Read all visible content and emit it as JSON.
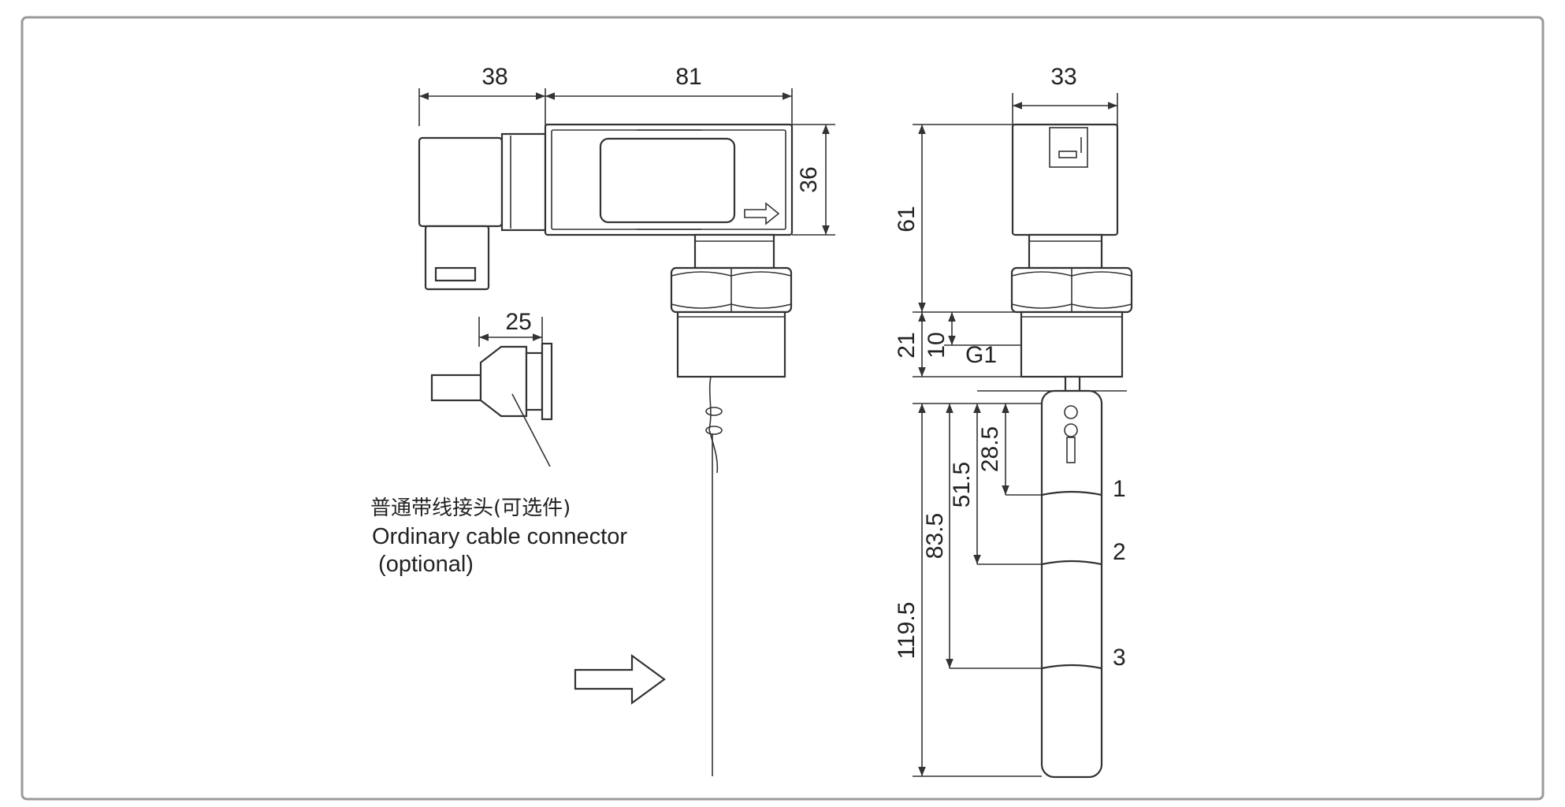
{
  "dimensions": {
    "connector_width": "38",
    "body_length": "81",
    "body_height": "36",
    "cable_connector_width": "25",
    "side_width": "33",
    "head_height": "61",
    "thread_height": "21",
    "thread_gap": "10",
    "thread_size": "G1",
    "point_1": "28.5",
    "point_2": "51.5",
    "point_3": "83.5",
    "total_length": "119.5"
  },
  "contact_labels": [
    "1",
    "2",
    "3"
  ],
  "note": {
    "chinese": "普通带线接头(可选件)",
    "english_line1": "Ordinary cable connector",
    "english_line2": " (optional)"
  },
  "colors": {
    "line": "#333333",
    "frame": "#9a9a9a",
    "background": "#ffffff"
  }
}
